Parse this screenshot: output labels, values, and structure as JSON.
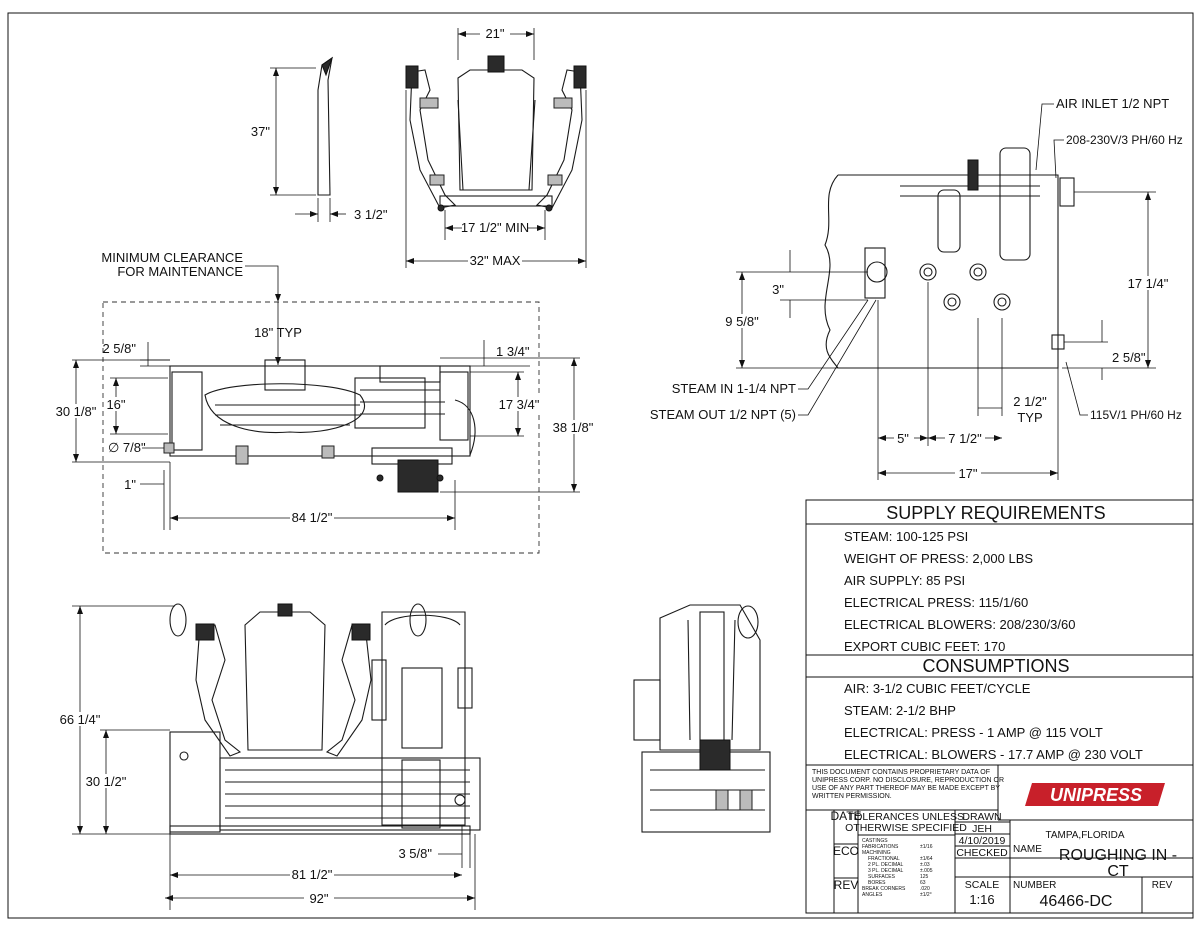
{
  "dimensions": {
    "top_width": "21\"",
    "top_height": "37\"",
    "top_thickness": "3 1/2\"",
    "top_min": "17 1/2\" MIN",
    "top_max": "32\" MAX",
    "min_clearance_1": "MINIMUM CLEARANCE",
    "min_clearance_2": "FOR MAINTENANCE",
    "typ_18": "18\" TYP",
    "d_2_5_8_left": "2 5/8\"",
    "d_30_1_8": "30 1/8\"",
    "d_16": "16\"",
    "d_diam": "∅ 7/8\"",
    "d_1": "1\"",
    "d_84_1_2": "84 1/2\"",
    "d_1_3_4": "1 3/4\"",
    "d_17_3_4": "17 3/4\"",
    "d_38_1_8": "38 1/8\"",
    "front_66_1_4": "66 1/4\"",
    "front_30_1_2": "30 1/2\"",
    "front_3_5_8": "3 5/8\"",
    "front_81_1_2": "81 1/2\"",
    "front_92": "92\"",
    "side_air_inlet": "AIR INLET 1/2 NPT",
    "side_elec_208": "208-230V/3 PH/60 Hz",
    "side_17_1_4": "17 1/4\"",
    "side_3": "3\"",
    "side_9_5_8": "9 5/8\"",
    "side_steam_in": "STEAM IN 1-1/4 NPT",
    "side_steam_out": "STEAM OUT 1/2 NPT (5)",
    "side_2_1_2": "2 1/2\"",
    "side_typ": "TYP",
    "side_2_5_8": "2 5/8\"",
    "side_115": "115V/1 PH/60 Hz",
    "side_5": "5\"",
    "side_7_1_2": "7 1/2\"",
    "side_17": "17\""
  },
  "supply": {
    "heading": "SUPPLY REQUIREMENTS",
    "items": [
      "STEAM: 100-125 PSI",
      "WEIGHT OF PRESS: 2,000 LBS",
      "AIR SUPPLY: 85 PSI",
      "ELECTRICAL PRESS: 115/1/60",
      "ELECTRICAL BLOWERS: 208/230/3/60",
      "EXPORT CUBIC FEET: 170"
    ]
  },
  "consumptions": {
    "heading": "CONSUMPTIONS",
    "items": [
      "AIR: 3-1/2 CUBIC FEET/CYCLE",
      "STEAM: 2-1/2 BHP",
      "ELECTRICAL: PRESS - 1 AMP @ 115 VOLT",
      "ELECTRICAL: BLOWERS - 17.7 AMP @ 230 VOLT"
    ]
  },
  "title_block": {
    "disclaimer": [
      "THIS DOCUMENT CONTAINS PROPRIETARY DATA OF",
      "UNIPRESS CORP. NO DISCLOSURE, REPRODUCTION OR",
      "USE OF ANY PART THEREOF MAY BE MADE EXCEPT BY",
      "WRITTEN PERMISSION."
    ],
    "logo": "UNIPRESS",
    "date_label": "DATE",
    "eco_label": "ECO",
    "rev_label": "REV",
    "tol_1": "TOLERANCES UNLESS",
    "tol_2": "OTHERWISE SPECIFIED",
    "tol_rows": [
      [
        "CASTINGS",
        ""
      ],
      [
        "FABRICATIONS",
        "±1/16"
      ],
      [
        "MACHINING",
        ""
      ],
      [
        "FRACTIONAL",
        "±1/64"
      ],
      [
        "2 PL. DECIMAL",
        "±.03"
      ],
      [
        "3 PL. DECIMAL",
        "±.005"
      ],
      [
        "SURFACES",
        "125"
      ],
      [
        "BORES",
        "63"
      ],
      [
        "BREAK CORNERS",
        ".020"
      ],
      [
        "ANGLES",
        "±1/2°"
      ]
    ],
    "drawn_label": "DRAWN",
    "drawn_by": "JEH",
    "drawn_date": "4/10/2019",
    "checked_label": "CHECKED",
    "location": "TAMPA,FLORIDA",
    "name_label": "NAME",
    "name_1": "ROUGHING IN -",
    "name_2": "CT",
    "scale_label": "SCALE",
    "scale_value": "1:16",
    "number_label": "NUMBER",
    "number_value": "46466-DC",
    "rev_col_label": "REV"
  }
}
